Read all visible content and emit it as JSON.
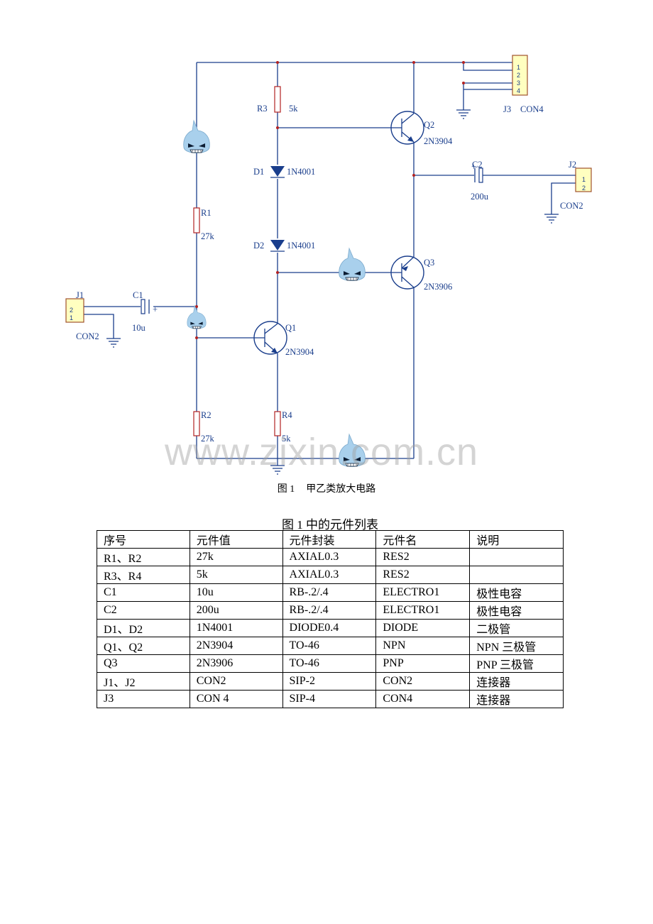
{
  "schematic": {
    "j3": {
      "ref": "J3",
      "name": "CON4",
      "pins": [
        "1",
        "2",
        "3",
        "4"
      ]
    },
    "j2": {
      "ref": "J2",
      "name": "CON2",
      "pins": [
        "1",
        "2"
      ]
    },
    "j1": {
      "ref": "J1",
      "name": "CON2",
      "pins": [
        "2",
        "1"
      ]
    },
    "r1": {
      "ref": "R1",
      "value": "27k"
    },
    "r2": {
      "ref": "R2",
      "value": "27k"
    },
    "r3": {
      "ref": "R3",
      "value": "5k"
    },
    "r4": {
      "ref": "R4",
      "value": "5k"
    },
    "c1": {
      "ref": "C1",
      "value": "10u",
      "polarity": "+"
    },
    "c2": {
      "ref": "C2",
      "value": "200u",
      "polarity": "+"
    },
    "d1": {
      "ref": "D1",
      "value": "1N4001"
    },
    "d2": {
      "ref": "D2",
      "value": "1N4001"
    },
    "q1": {
      "ref": "Q1",
      "value": "2N3904"
    },
    "q2": {
      "ref": "Q2",
      "value": "2N3904"
    },
    "q3": {
      "ref": "Q3",
      "value": "2N3906"
    }
  },
  "watermark": "www.zixin.com.cn",
  "figure_caption": {
    "number": "图 1",
    "title": "甲乙类放大电路"
  },
  "table_caption": "图 1 中的元件列表",
  "table": {
    "headers": [
      "序号",
      "元件值",
      "元件封装",
      "元件名",
      "说明"
    ],
    "rows": [
      [
        "R1、R2",
        "27k",
        "AXIAL0.3",
        "RES2",
        ""
      ],
      [
        "R3、R4",
        "5k",
        "AXIAL0.3",
        "RES2",
        ""
      ],
      [
        "C1",
        "10u",
        "RB-.2/.4",
        "ELECTRO1",
        "极性电容"
      ],
      [
        "C2",
        "200u",
        "RB-.2/.4",
        "ELECTRO1",
        "极性电容"
      ],
      [
        "D1、D2",
        "1N4001",
        "DIODE0.4",
        "DIODE",
        "二极管"
      ],
      [
        "Q1、Q2",
        "2N3904",
        "TO-46",
        "NPN",
        "NPN 三极管"
      ],
      [
        "Q3",
        "2N3906",
        "TO-46",
        "PNP",
        "PNP 三极管"
      ],
      [
        "J1、J2",
        "CON2",
        "SIP-2",
        "CON2",
        "连接器"
      ],
      [
        "J3",
        "CON 4",
        "SIP-4",
        "CON4",
        "连接器"
      ]
    ]
  },
  "colors": {
    "wire": "#1a3e8c",
    "junction": "#b22222",
    "connector_fill": "#ffffc0",
    "connector_border": "#a0522d",
    "mascot": "#a9d0ec"
  }
}
